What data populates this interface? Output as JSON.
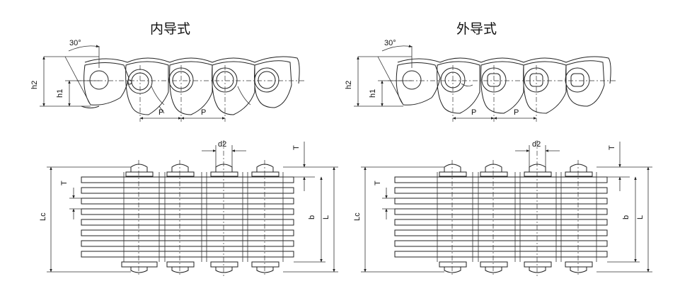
{
  "titles": {
    "inner": "内导式",
    "outer": "外导式"
  },
  "labels": {
    "angle": "30°",
    "h1": "h1",
    "h2": "h2",
    "pitch": "P",
    "d2": "d2",
    "T": "T",
    "Lc": "Lc",
    "b": "b",
    "L": "L"
  }
}
